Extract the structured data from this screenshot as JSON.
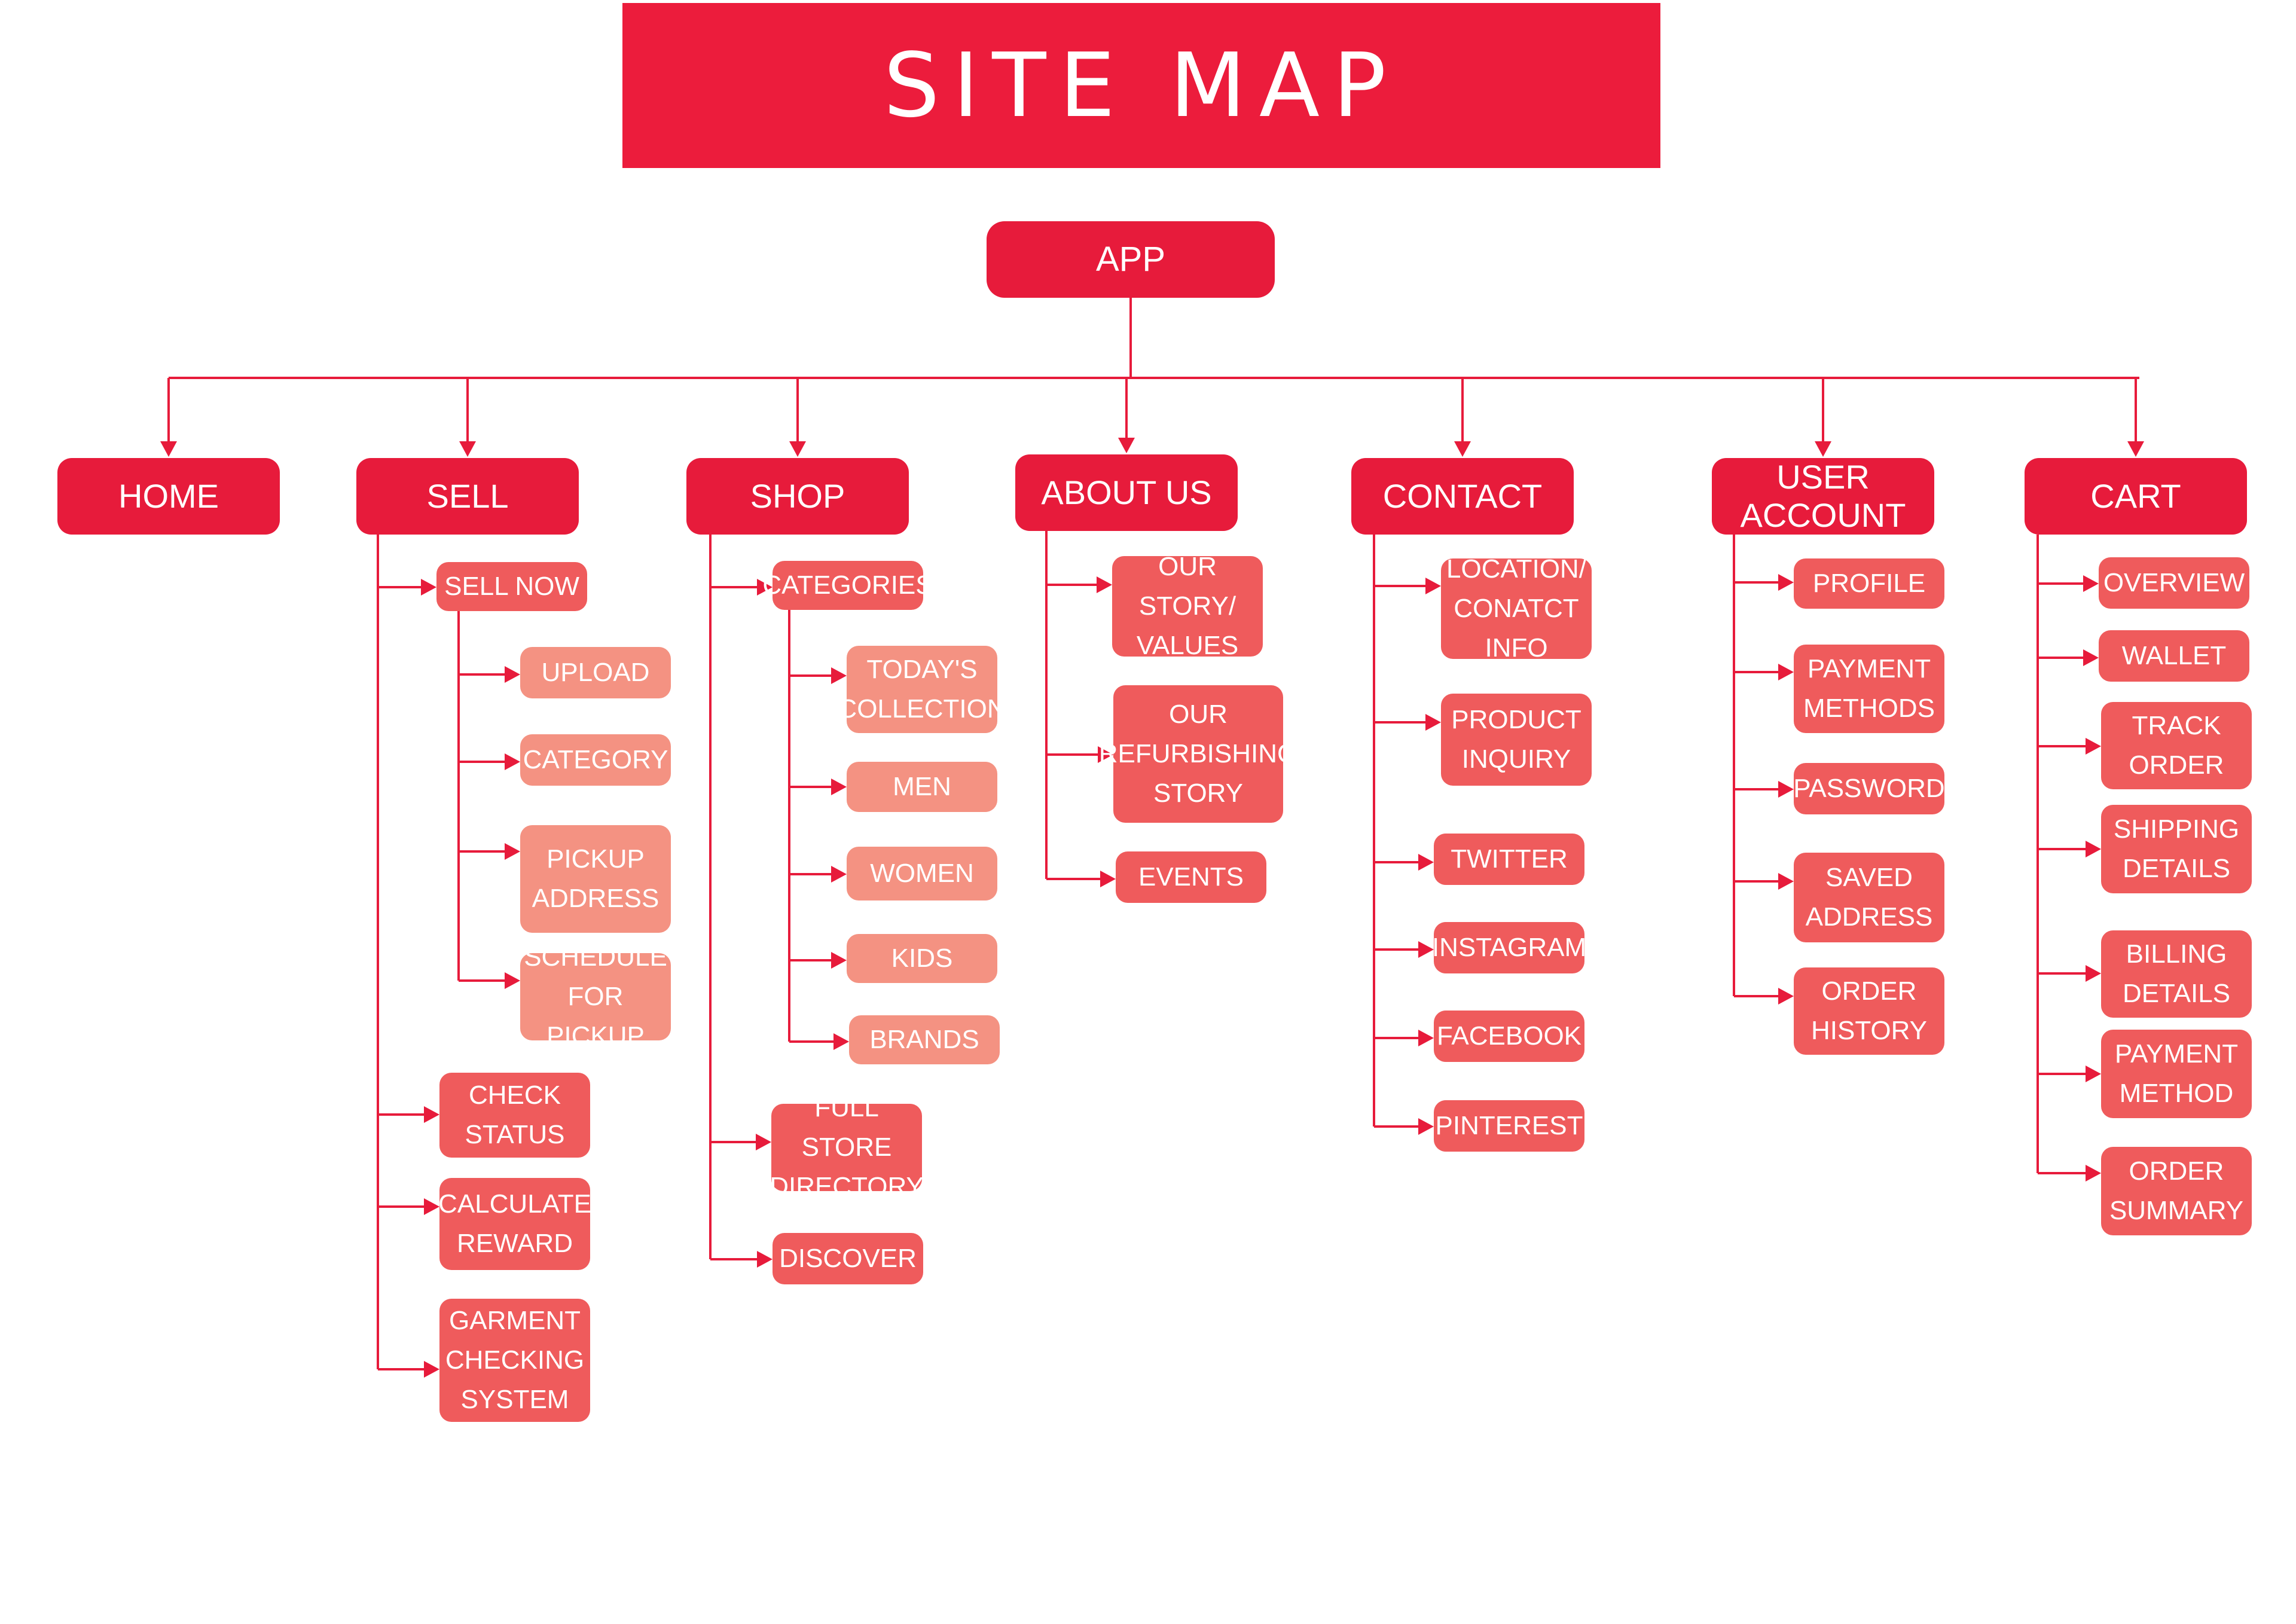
{
  "title": "SITE MAP",
  "colors": {
    "title_bar": "#ec1c3c",
    "root": "#e71b3b",
    "main": "#e71b3b",
    "level2": "#ef5b5c",
    "level3": "#f49282",
    "connector": "#e71b3b"
  },
  "root": "APP",
  "sections": {
    "home": {
      "label": "HOME"
    },
    "sell": {
      "label": "SELL",
      "sell_now": "SELL NOW",
      "upload": "UPLOAD",
      "category": "CATEGORY",
      "pickup_address": "PICKUP\nADDRESS",
      "schedule_for_pickup": "SCHEDULE\nFOR PICKUP",
      "check_status": "CHECK\nSTATUS",
      "calculate_reward": "CALCULATE\nREWARD",
      "garment_checking_system": "GARMENT\nCHECKING\nSYSTEM"
    },
    "shop": {
      "label": "SHOP",
      "categories": "CATEGORIES",
      "todays_collection": "TODAY'S\nCOLLECTION",
      "men": "MEN",
      "women": "WOMEN",
      "kids": "KIDS",
      "brands": "BRANDS",
      "full_store_directory": "FULL STORE\nDIRECTORY",
      "discover": "DISCOVER"
    },
    "about": {
      "label": "ABOUT US",
      "our_story": "OUR STORY/\nVALUES",
      "refurbishing_story": "OUR\nREFURBISHING\nSTORY",
      "events": "EVENTS"
    },
    "contact": {
      "label": "CONTACT",
      "location": "LOCATION/\nCONATCT INFO",
      "product_inquiry": "PRODUCT\nINQUIRY",
      "twitter": "TWITTER",
      "instagram": "INSTAGRAM",
      "facebook": "FACEBOOK",
      "pinterest": "PINTEREST"
    },
    "user_account": {
      "label": "USER ACCOUNT",
      "profile": "PROFILE",
      "payment_methods": "PAYMENT\nMETHODS",
      "password": "PASSWORD",
      "saved_address": "SAVED\nADDRESS",
      "order_history": "ORDER\nHISTORY"
    },
    "cart": {
      "label": "CART",
      "overview": "OVERVIEW",
      "wallet": "WALLET",
      "track_order": "TRACK\nORDER",
      "shipping_details": "SHIPPING\nDETAILS",
      "billing_details": "BILLING\nDETAILS",
      "payment_method": "PAYMENT\nMETHOD",
      "order_summary": "ORDER\nSUMMARY"
    }
  }
}
